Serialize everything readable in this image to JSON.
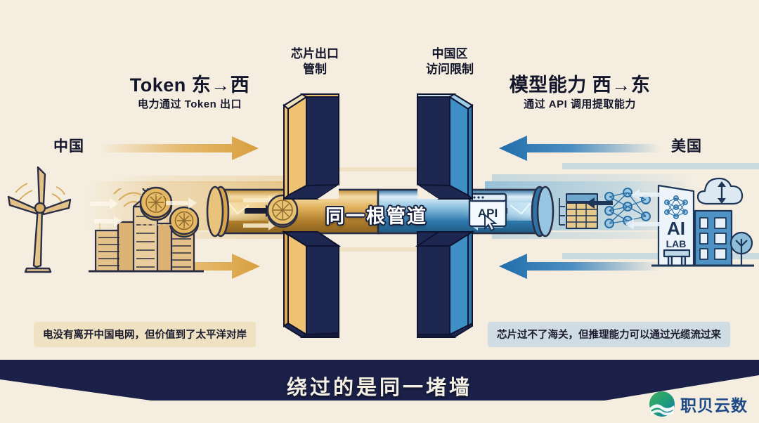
{
  "meta": {
    "background_color": "#F5EEE0",
    "navy": "#1A2048",
    "gold": "#E2AE55",
    "gold_light": "#EFC272",
    "blue": "#2E7EBB",
    "blue_light": "#8FC2E0"
  },
  "left": {
    "headline": "Token 东→西",
    "subhead": "电力通过 Token 出口",
    "country": "中国",
    "caption": "电没有离开中国电网，但价值到了太平洋对岸",
    "icons": {
      "windmill": "wind-turbine-icon",
      "city": "city-buildings-icon",
      "antenna": "antenna-signal-icon",
      "coin": "token-coin-icon"
    }
  },
  "right": {
    "headline": "模型能力 西→东",
    "subhead": "通过 API 调用提取能力",
    "country": "美国",
    "caption": "芯片过不了海关，但推理能力可以通过光缆流过来",
    "lab_name": "AI",
    "lab_sub": "LAB",
    "api_label": "API",
    "icons": {
      "neural_net": "neural-network-icon",
      "cloud": "cloud-sync-icon",
      "table": "data-table-icon",
      "tree": "tree-icon",
      "cursor": "mouse-cursor-icon"
    }
  },
  "walls": {
    "left_label_line1": "芯片出口",
    "left_label_line2": "管制",
    "right_label_line1": "中国区",
    "right_label_line2": "访问限制"
  },
  "pipe": {
    "label": "同一根管道"
  },
  "banner": {
    "text": "绕过的是同一堵墙"
  },
  "logo": {
    "text": "职贝云数",
    "mark": "wave-globe-logo-icon"
  }
}
